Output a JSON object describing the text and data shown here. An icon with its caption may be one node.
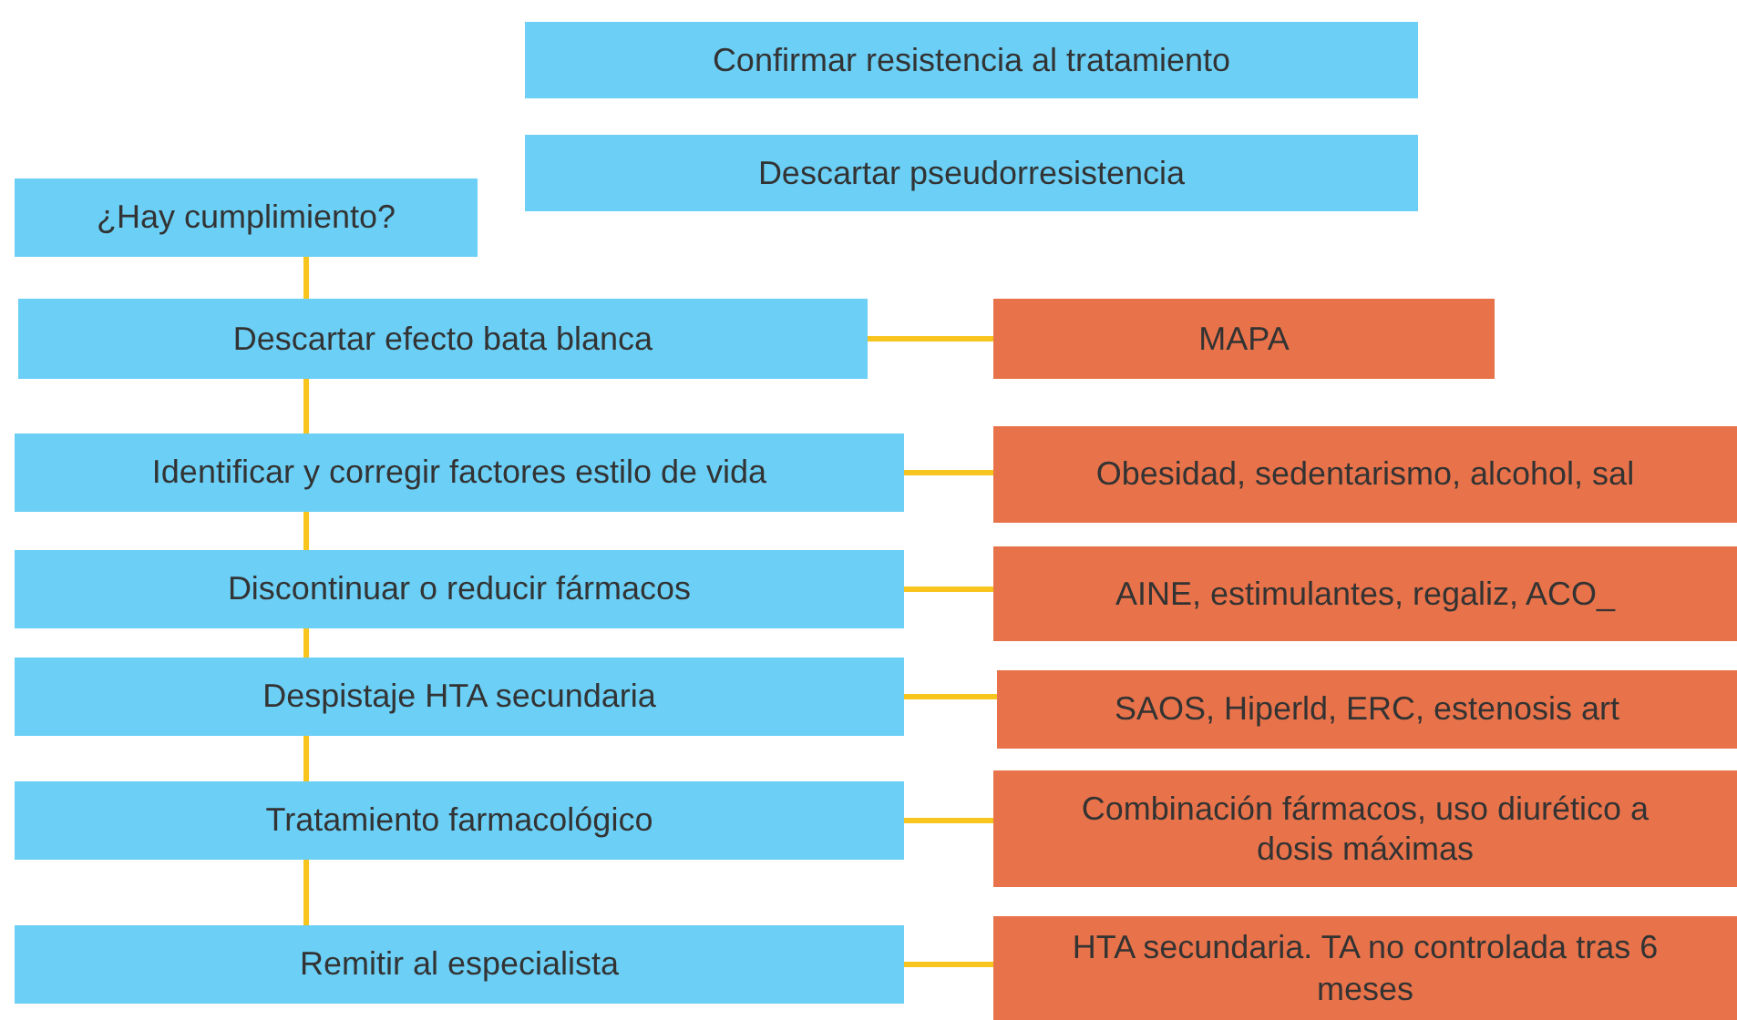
{
  "diagram": {
    "nodes": [
      {
        "text": [
          "Confirmar resistencia al tratamiento"
        ]
      },
      {
        "text": [
          "Descartar pseudorresistencia"
        ]
      },
      {
        "text": [
          "¿Hay cumplimiento?"
        ]
      },
      {
        "text": [
          "Descartar efecto bata blanca"
        ]
      },
      {
        "text": [
          "MAPA"
        ]
      },
      {
        "text": [
          "Identificar y corregir factores estilo de vida"
        ]
      },
      {
        "text": [
          "Obesidad, sedentarismo, alcohol, sal"
        ]
      },
      {
        "text": [
          "Discontinuar o reducir fármacos"
        ]
      },
      {
        "text": [
          "AINE, estimulantes, regaliz, ACO_"
        ]
      },
      {
        "text": [
          "Despistaje HTA secundaria"
        ]
      },
      {
        "text": [
          "SAOS, Hiperld, ERC, estenosis art"
        ]
      },
      {
        "text": [
          "Tratamiento farmacológico"
        ]
      },
      {
        "text": [
          "Combinación fármacos, uso diurético a dosis máximas"
        ]
      },
      {
        "text": [
          "Remitir al especialista"
        ]
      },
      {
        "text": [
          "HTA secundaria. TA no controlada tras 6 meses"
        ]
      }
    ],
    "edges": [
      {
        "from": 2,
        "to": 3,
        "arrow": "none"
      },
      {
        "from": 3,
        "to": 5,
        "arrow": "none"
      },
      {
        "from": 5,
        "to": 7,
        "arrow": "none"
      },
      {
        "from": 7,
        "to": 9,
        "arrow": "none"
      },
      {
        "from": 9,
        "to": 11,
        "arrow": "none"
      },
      {
        "from": 11,
        "to": 13,
        "arrow": "none"
      },
      {
        "from": 3,
        "to": 4,
        "arrow": "none"
      },
      {
        "from": 5,
        "to": 6,
        "arrow": "none"
      },
      {
        "from": 7,
        "to": 8,
        "arrow": "none"
      },
      {
        "from": 9,
        "to": 10,
        "arrow": "none"
      },
      {
        "from": 11,
        "to": 12,
        "arrow": "none"
      },
      {
        "from": 13,
        "to": 14,
        "arrow": "none"
      }
    ]
  }
}
